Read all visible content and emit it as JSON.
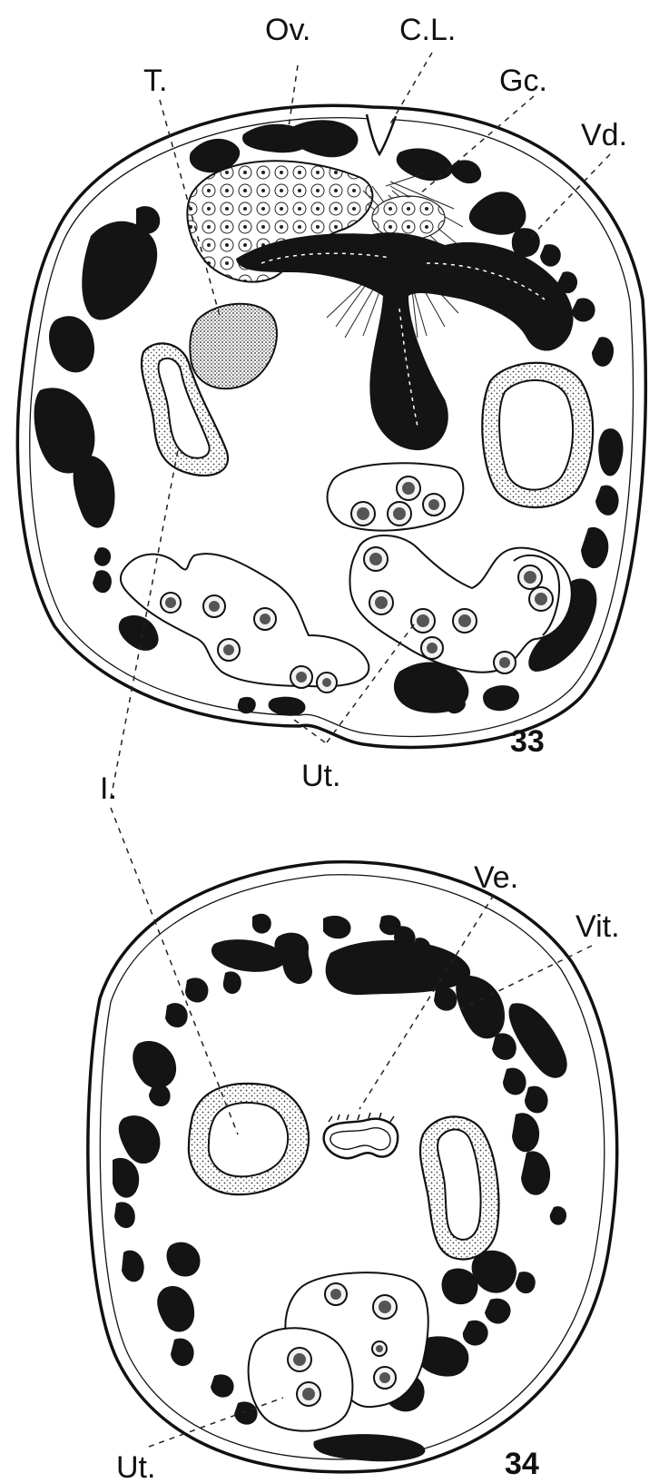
{
  "figure_33": {
    "number": "33",
    "labels": {
      "ovary": "Ov.",
      "cirrus": "C.L.",
      "genital_chamber": "Gc.",
      "vas_deferens": "Vd.",
      "testis": "T.",
      "intestine": "I.",
      "uterus": "Ut."
    }
  },
  "figure_34": {
    "number": "34",
    "labels": {
      "vesicle": "Ve.",
      "vitellaria": "Vit.",
      "uterus": "Ut."
    }
  }
}
